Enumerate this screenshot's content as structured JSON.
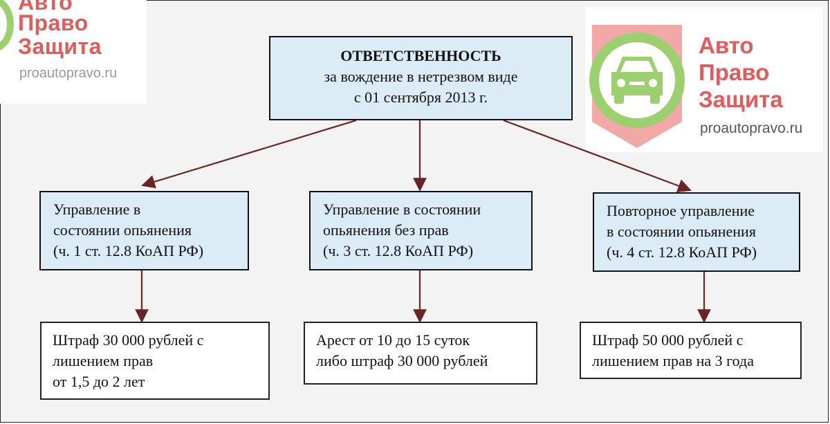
{
  "watermark": {
    "brand_lines": [
      "Авто",
      "Право",
      "Защита"
    ],
    "url": "proautopravo.ru",
    "colors": {
      "brand_red": "#e25a5a",
      "logo_green": "#9ccf6e",
      "logo_pink": "#f3a8a8"
    },
    "icon": "car-logo-icon"
  },
  "diagram": {
    "root": {
      "title": "ОТВЕТСТВЕННОСТЬ",
      "lines": [
        "за вождение в нетрезвом виде",
        "с 01 сентября 2013 г."
      ]
    },
    "branches": [
      {
        "condition": [
          "Управление в",
          "состоянии опьянения",
          "(ч. 1 ст. 12.8 КоАП РФ)"
        ],
        "penalty": [
          "Штраф 30 000 рублей с",
          "лишением прав",
          "от 1,5 до 2 лет"
        ]
      },
      {
        "condition": [
          "Управление в состоянии",
          "опьянения без прав",
          "(ч. 3 ст. 12.8 КоАП РФ)"
        ],
        "penalty": [
          "Арест от 10 до 15 суток",
          "либо штраф 30 000 рублей"
        ]
      },
      {
        "condition": [
          "Повторное управление",
          "в состоянии опьянения",
          "(ч. 4 ст. 12.8 КоАП РФ)"
        ],
        "penalty": [
          "Штраф 50 000 рублей с",
          "лишением прав на 3 года"
        ]
      }
    ],
    "colors": {
      "box_fill": "#dcecf6",
      "arrow": "#6b2424"
    }
  }
}
